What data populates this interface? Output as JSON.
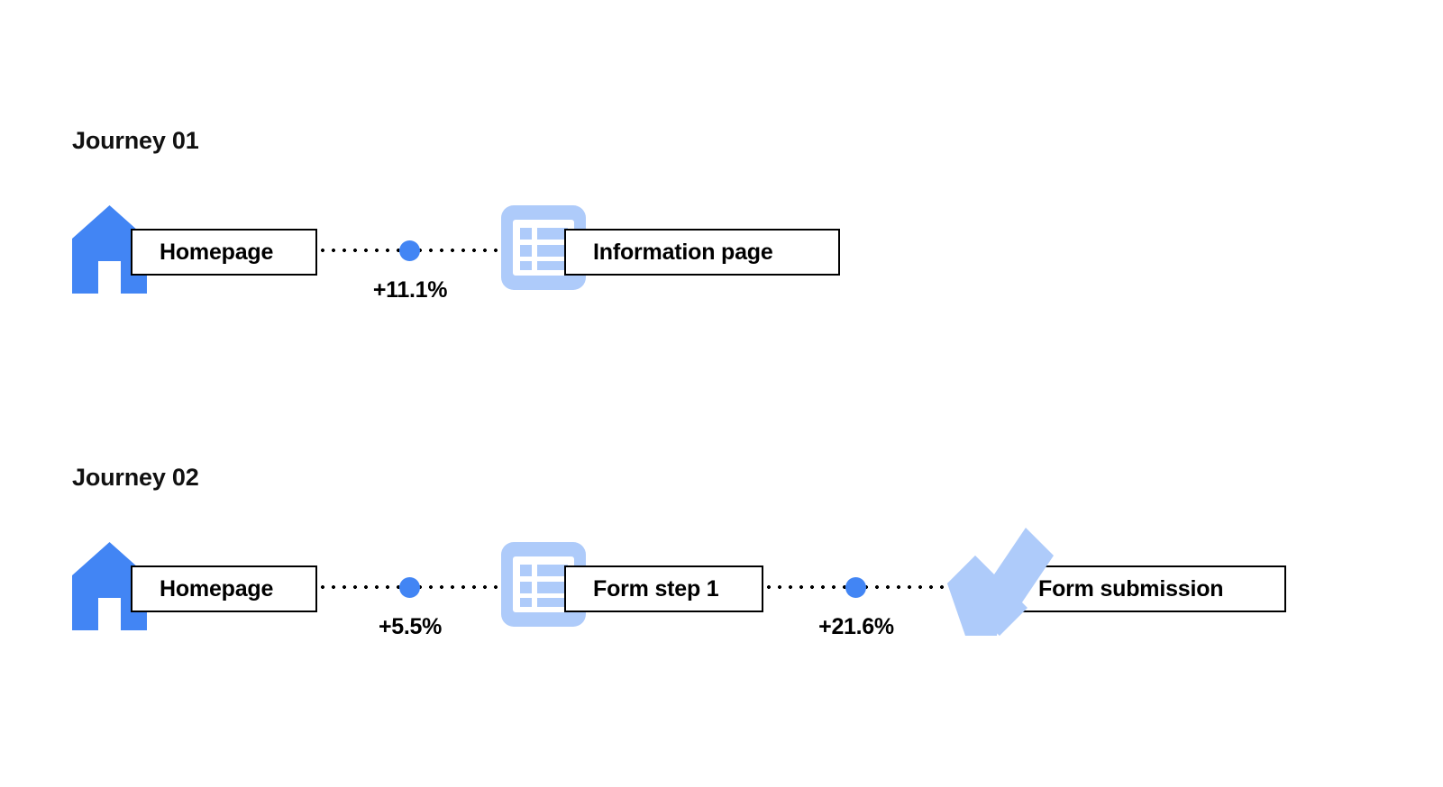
{
  "page": {
    "background_color": "#ffffff",
    "accent_color": "#4285F4",
    "accent_light_color": "#AECBFA",
    "line_color": "#000000"
  },
  "journeys": [
    {
      "id": "journey-01",
      "title": "Journey 01",
      "steps": [
        {
          "label": "Homepage",
          "icon": "home-icon"
        },
        {
          "label": "Information page",
          "icon": "list-icon"
        }
      ],
      "connectors": [
        {
          "label": "+11.1%",
          "from": "Homepage",
          "to": "Information page"
        }
      ]
    },
    {
      "id": "journey-02",
      "title": "Journey 02",
      "steps": [
        {
          "label": "Homepage",
          "icon": "home-icon"
        },
        {
          "label": "Form step 1",
          "icon": "list-icon"
        },
        {
          "label": "Form submission",
          "icon": "check-icon"
        }
      ],
      "connectors": [
        {
          "label": "+5.5%",
          "from": "Homepage",
          "to": "Form step 1"
        },
        {
          "label": "+21.6%",
          "from": "Form step 1",
          "to": "Form submission"
        }
      ]
    }
  ]
}
